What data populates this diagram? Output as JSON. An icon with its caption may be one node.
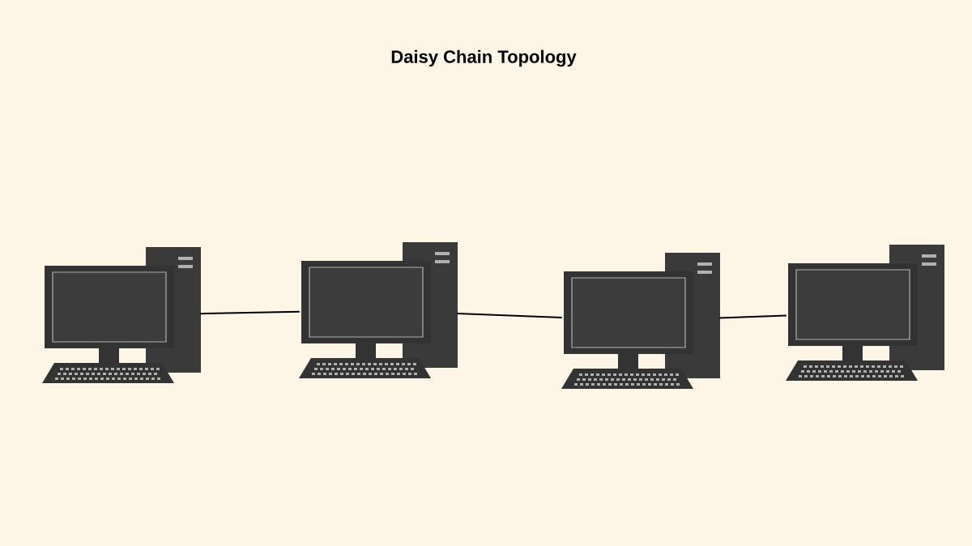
{
  "diagram": {
    "title": "Daisy Chain Topology",
    "nodes": [
      {
        "text": [],
        "shape": "picture"
      },
      {
        "text": [],
        "shape": "picture"
      },
      {
        "text": [],
        "shape": "picture"
      },
      {
        "text": [],
        "shape": "picture"
      }
    ],
    "edges": [
      {
        "from": 0,
        "to": 1,
        "arrow": "none"
      },
      {
        "from": 1,
        "to": 2,
        "arrow": "none"
      },
      {
        "from": 2,
        "to": 3,
        "arrow": "none"
      }
    ]
  }
}
